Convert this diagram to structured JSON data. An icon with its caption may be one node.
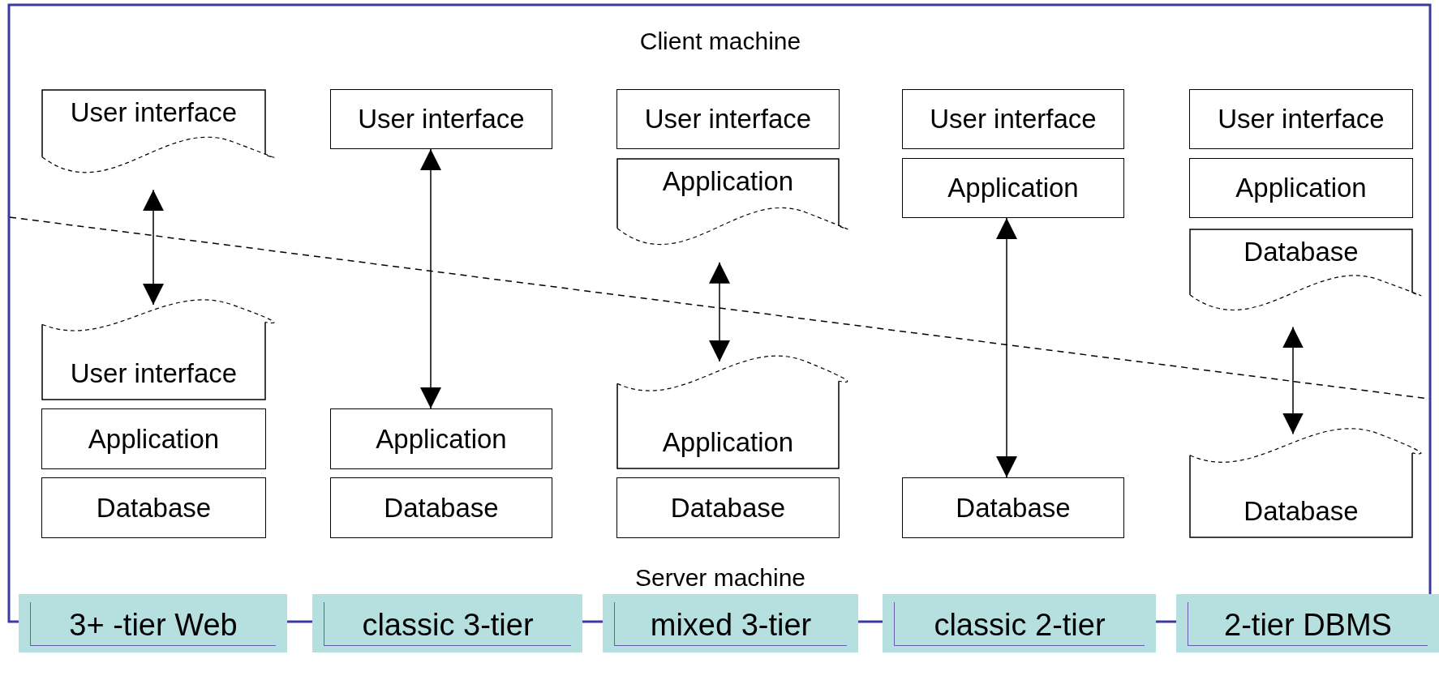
{
  "diagram": {
    "nodes": [
      {
        "text": [
          "User interface"
        ]
      },
      {
        "text": [
          "User interface"
        ]
      },
      {
        "text": [
          "Application"
        ]
      },
      {
        "text": [
          "Database"
        ]
      },
      {
        "text": [
          "User interface"
        ]
      },
      {
        "text": [
          "Application"
        ]
      },
      {
        "text": [
          "Database"
        ]
      },
      {
        "text": [
          "User interface"
        ]
      },
      {
        "text": [
          "Application"
        ]
      },
      {
        "text": [
          "Application"
        ]
      },
      {
        "text": [
          "Database"
        ]
      },
      {
        "text": [
          "User interface"
        ]
      },
      {
        "text": [
          "Application"
        ]
      },
      {
        "text": [
          "Database"
        ]
      },
      {
        "text": [
          "User interface"
        ]
      },
      {
        "text": [
          "Application"
        ]
      },
      {
        "text": [
          "Database"
        ]
      },
      {
        "text": [
          "Database"
        ]
      },
      {
        "text": [
          "3+ -tier Web"
        ]
      },
      {
        "text": [
          "classic 3-tier"
        ]
      },
      {
        "text": [
          "mixed 3-tier"
        ]
      },
      {
        "text": [
          "classic 2-tier"
        ]
      },
      {
        "text": [
          "2-tier DBMS"
        ]
      }
    ],
    "edges": [
      {
        "from": 0,
        "to": 1,
        "arrow": "both"
      },
      {
        "from": 4,
        "to": 5,
        "arrow": "both"
      },
      {
        "from": 8,
        "to": 9,
        "arrow": "both"
      },
      {
        "from": 12,
        "to": 13,
        "arrow": "both"
      },
      {
        "from": 16,
        "to": 17,
        "arrow": "both"
      }
    ],
    "labels": [
      "Client machine",
      "Server machine"
    ]
  }
}
